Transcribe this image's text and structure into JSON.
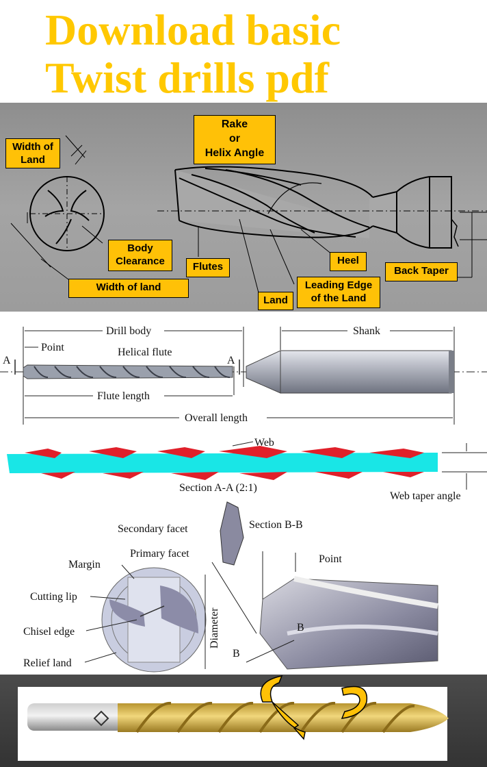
{
  "title": {
    "line1": "Download basic",
    "line2": "Twist drills pdf"
  },
  "panel1": {
    "labels": {
      "width_of_land_top": "Width of Land",
      "rake": "Rake\nor\nHelix Angle",
      "body_clearance": "Body\nClearance",
      "flutes": "Flutes",
      "heel": "Heel",
      "back_taper": "Back Taper",
      "width_of_land_bottom": "Width of  land",
      "leading_edge": "Leading Edge\nof  the Land",
      "land": "Land"
    }
  },
  "panel2": {
    "labels": {
      "drill_body": "Drill body",
      "shank": "Shank",
      "point_top": "Point",
      "helical_flute": "Helical flute",
      "section_a_left": "A",
      "section_a_right": "A",
      "flute_length": "Flute length",
      "overall_length": "Overall length",
      "web": "Web",
      "section_aa": "Section A-A (2:1)",
      "web_taper_angle": "Web taper angle",
      "secondary_facet": "Secondary facet",
      "section_bb": "Section B-B",
      "primary_facet": "Primary facet",
      "margin": "Margin",
      "point_bottom": "Point",
      "cutting_lip": "Cutting lip",
      "chisel_edge": "Chisel edge",
      "diameter": "Diameter",
      "relief_land": "Relief land",
      "b_upper": "B",
      "b_lower": "B"
    }
  },
  "colors": {
    "title": "#ffc800",
    "label_bg": "#ffc107",
    "panel1_bg": "#9a9a9a",
    "web_cyan": "#19e6e6",
    "web_red": "#e0202a",
    "gold": "#d9b24a"
  }
}
